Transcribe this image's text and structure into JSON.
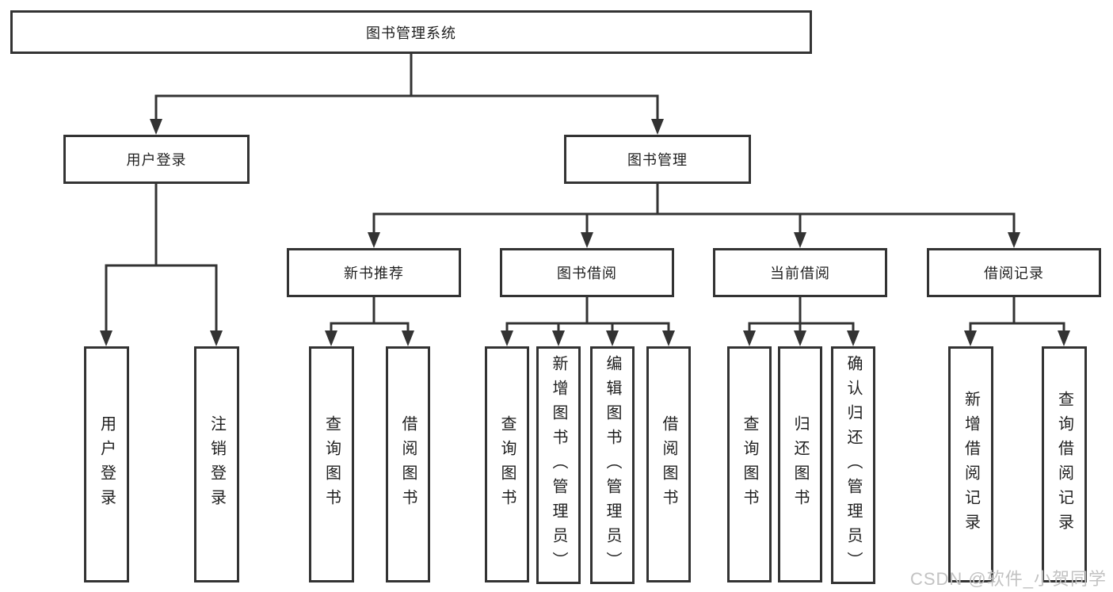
{
  "watermark": "CSDN @软件_小贺同学",
  "colors": {
    "line": "#333333",
    "box_border": "#333333",
    "watermark_text": "#c2c2c2",
    "background": "#ffffff"
  },
  "tree": {
    "root": {
      "label": "图书管理系统"
    },
    "branches": [
      {
        "label": "用户登录",
        "children": [
          {
            "label": "用户登录"
          },
          {
            "label": "注销登录"
          }
        ]
      },
      {
        "label": "图书管理",
        "children": [
          {
            "label": "新书推荐",
            "children": [
              {
                "label": "查询图书"
              },
              {
                "label": "借阅图书"
              }
            ]
          },
          {
            "label": "图书借阅",
            "children": [
              {
                "label": "查询图书"
              },
              {
                "label": "新增图书（管理员）"
              },
              {
                "label": "编辑图书（管理员）"
              },
              {
                "label": "借阅图书"
              }
            ]
          },
          {
            "label": "当前借阅",
            "children": [
              {
                "label": "查询图书"
              },
              {
                "label": "归还图书"
              },
              {
                "label": "确认归还（管理员）"
              }
            ]
          },
          {
            "label": "借阅记录",
            "children": [
              {
                "label": "新增借阅记录"
              },
              {
                "label": "查询借阅记录"
              }
            ]
          }
        ]
      }
    ]
  }
}
